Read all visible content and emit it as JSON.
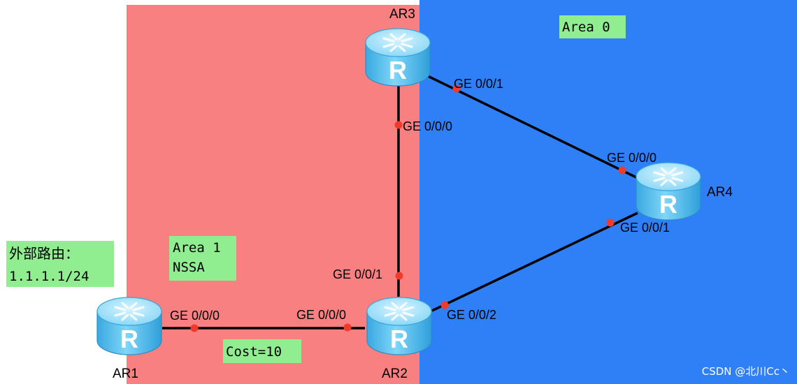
{
  "colors": {
    "area1_fill": "#f98080",
    "area0_fill": "#2f7ff7",
    "label_box": "#90ee90",
    "link": "#000000",
    "port_dot": "#f03b2c",
    "router_body": "#5fc5f2",
    "router_top": "#a9e4fb"
  },
  "areas": {
    "area0_label": "Area 0",
    "area1_label_line1": "Area 1",
    "area1_label_line2": "NSSA"
  },
  "external_route": {
    "line1": "外部路由：",
    "line2": "1.1.1.1/24"
  },
  "cost_label": "Cost=10",
  "routers": {
    "ar1": {
      "name": "AR1",
      "icon": "router-icon",
      "glyph": "R"
    },
    "ar2": {
      "name": "AR2",
      "icon": "router-icon",
      "glyph": "R"
    },
    "ar3": {
      "name": "AR3",
      "icon": "router-icon",
      "glyph": "R"
    },
    "ar4": {
      "name": "AR4",
      "icon": "router-icon",
      "glyph": "R"
    }
  },
  "ports": {
    "ar1_g000": "GE 0/0/0",
    "ar2_g000": "GE 0/0/0",
    "ar2_g001": "GE 0/0/1",
    "ar2_g002": "GE 0/0/2",
    "ar3_g000": "GE 0/0/0",
    "ar3_g001": "GE 0/0/1",
    "ar4_g000": "GE 0/0/0",
    "ar4_g001": "GE 0/0/1"
  },
  "watermark": "CSDN @北川Cc丶"
}
